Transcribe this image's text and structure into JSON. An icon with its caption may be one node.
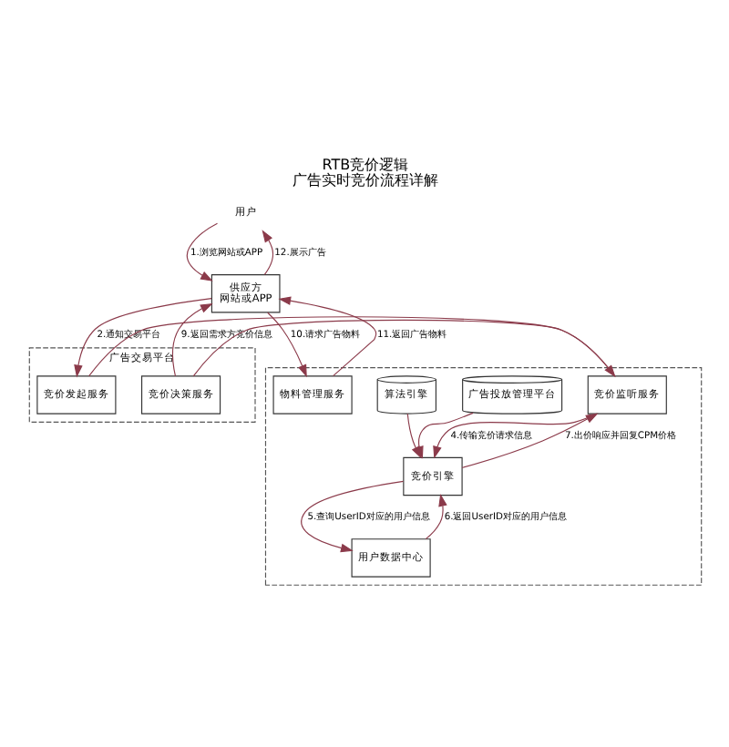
{
  "diagram": {
    "title": "RTB竞价逻辑",
    "caption": "广告实时竞价流程详解",
    "nodes": [
      {
        "text": [
          "用户"
        ]
      },
      {
        "text": [
          "供应方",
          "网站或APP"
        ]
      },
      {
        "text": [
          "广告交易平台"
        ]
      },
      {
        "text": [
          "竞价发起服务"
        ],
        "in": 2
      },
      {
        "text": [
          "竞价决策服务"
        ],
        "in": 2
      },
      {
        "text": [],
        "shape": "box"
      },
      {
        "text": [
          "竞价监听服务"
        ],
        "in": 5
      },
      {
        "text": [
          "竞价引擎"
        ],
        "in": 5
      },
      {
        "text": [
          "广告投放管理平台"
        ],
        "in": 5
      },
      {
        "text": [
          "算法引擎"
        ],
        "in": 5
      },
      {
        "text": [
          "物料管理服务"
        ],
        "in": 5
      },
      {
        "text": [
          "用户数据中心"
        ],
        "in": 5
      }
    ],
    "edges": [
      {
        "from": 0,
        "to": 1,
        "arrow": "to",
        "label": "1.浏览网站或APP"
      },
      {
        "from": 1,
        "to": 0,
        "arrow": "to",
        "label": "12.展示广告"
      },
      {
        "from": 1,
        "to": 3,
        "arrow": "to",
        "label": "2.通知交易平台"
      },
      {
        "from": 4,
        "to": 1,
        "arrow": "to",
        "label": "9.返回需求方竞价信息"
      },
      {
        "from": 3,
        "to": 6,
        "arrow": "to"
      },
      {
        "from": 6,
        "to": 4,
        "arrow": "none"
      },
      {
        "from": 6,
        "to": 7,
        "arrow": "to",
        "label": "4.传输竞价请求信息"
      },
      {
        "from": 7,
        "to": 6,
        "arrow": "to",
        "label": "7.出价响应并回复CPM价格"
      },
      {
        "from": 7,
        "to": 11,
        "arrow": "to",
        "label": "5.查询UserID对应的用户信息"
      },
      {
        "from": 11,
        "to": 7,
        "arrow": "to",
        "label": "6.返回UserID对应的用户信息"
      },
      {
        "from": 8,
        "to": 7,
        "arrow": "to"
      },
      {
        "from": 9,
        "to": 7,
        "arrow": "to"
      },
      {
        "from": 1,
        "to": 10,
        "arrow": "to",
        "label": "10.请求广告物料"
      },
      {
        "from": 10,
        "to": 1,
        "arrow": "to",
        "label": "11.返回广告物料"
      }
    ]
  }
}
